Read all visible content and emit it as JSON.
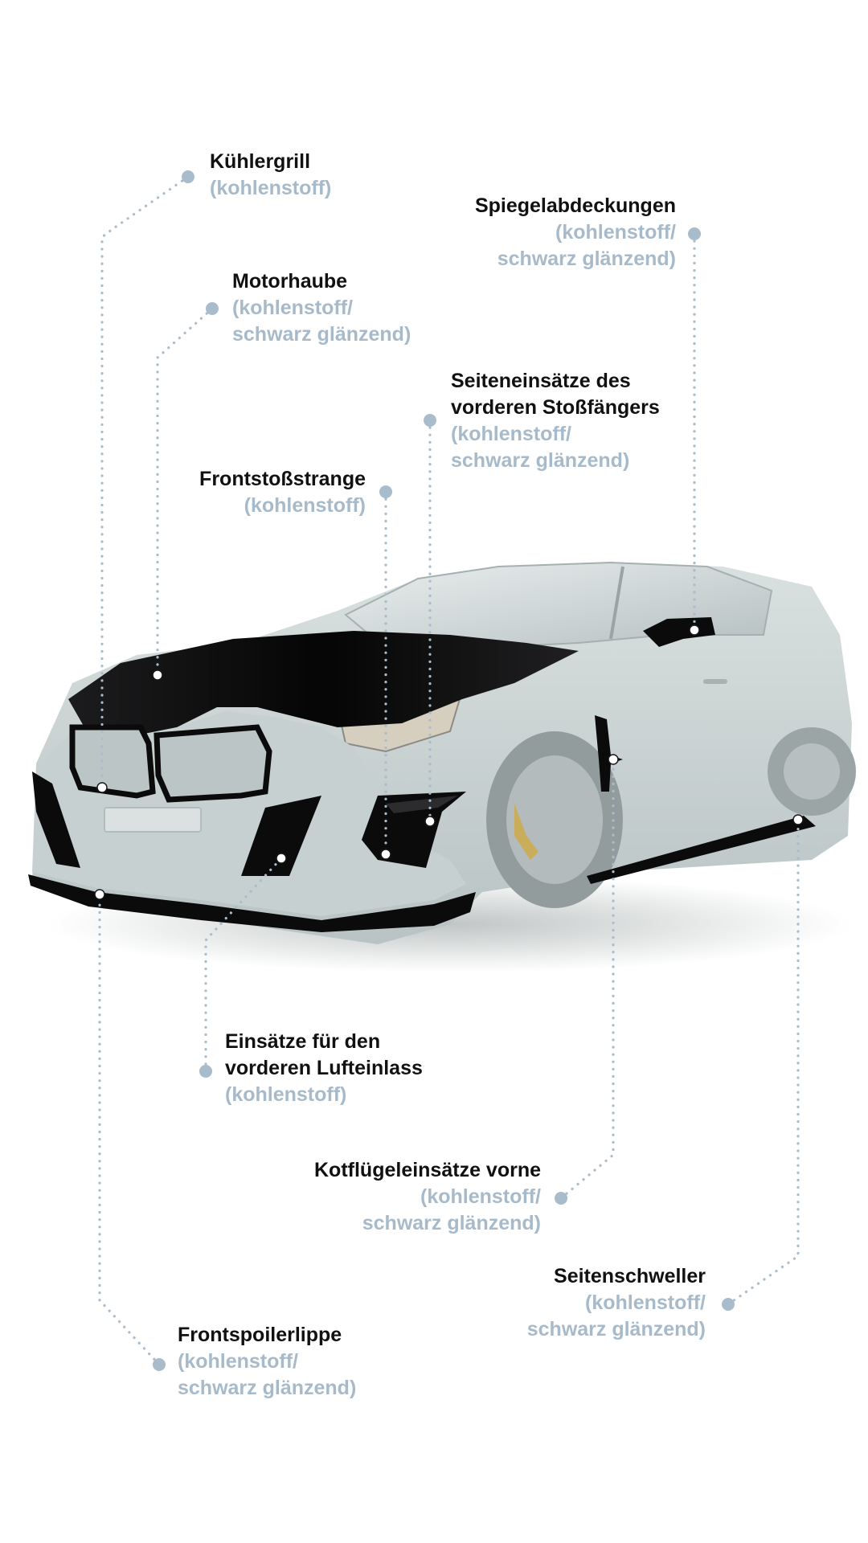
{
  "colors": {
    "title": "#111111",
    "subtitle": "#a7bac9",
    "leader": "#a9bccb",
    "body_paint": "#c4cdcd",
    "carbon_parts": "#0b0b0c"
  },
  "callouts": [
    {
      "id": "kuehlergrill",
      "title": [
        "Kühlergrill"
      ],
      "sub": [
        "(kohlenstoff)"
      ]
    },
    {
      "id": "spiegelabdeckungen",
      "title": [
        "Spiegelabdeckungen"
      ],
      "sub": [
        "(kohlenstoff/",
        "schwarz glänzend)"
      ]
    },
    {
      "id": "motorhaube",
      "title": [
        "Motorhaube"
      ],
      "sub": [
        "(kohlenstoff/",
        "schwarz glänzend)"
      ]
    },
    {
      "id": "seiteneinsaetze",
      "title": [
        "Seiteneinsätze des",
        "vorderen Stoßfängers"
      ],
      "sub": [
        "(kohlenstoff/",
        "schwarz glänzend)"
      ]
    },
    {
      "id": "frontstossstrange",
      "title": [
        "Frontstoßstrange"
      ],
      "sub": [
        "(kohlenstoff)"
      ]
    },
    {
      "id": "lufteinlass",
      "title": [
        "Einsätze für den",
        "vorderen Lufteinlass"
      ],
      "sub": [
        "(kohlenstoff)"
      ]
    },
    {
      "id": "kotfluegel",
      "title": [
        "Kotflügeleinsätze vorne"
      ],
      "sub": [
        "(kohlenstoff/",
        "schwarz glänzend)"
      ]
    },
    {
      "id": "seitenschweller",
      "title": [
        "Seitenschweller"
      ],
      "sub": [
        "(kohlenstoff/",
        "schwarz glänzend)"
      ]
    },
    {
      "id": "frontspoilerlippe",
      "title": [
        "Frontspoilerlippe"
      ],
      "sub": [
        "(kohlenstoff/",
        "schwarz glänzend)"
      ]
    }
  ]
}
